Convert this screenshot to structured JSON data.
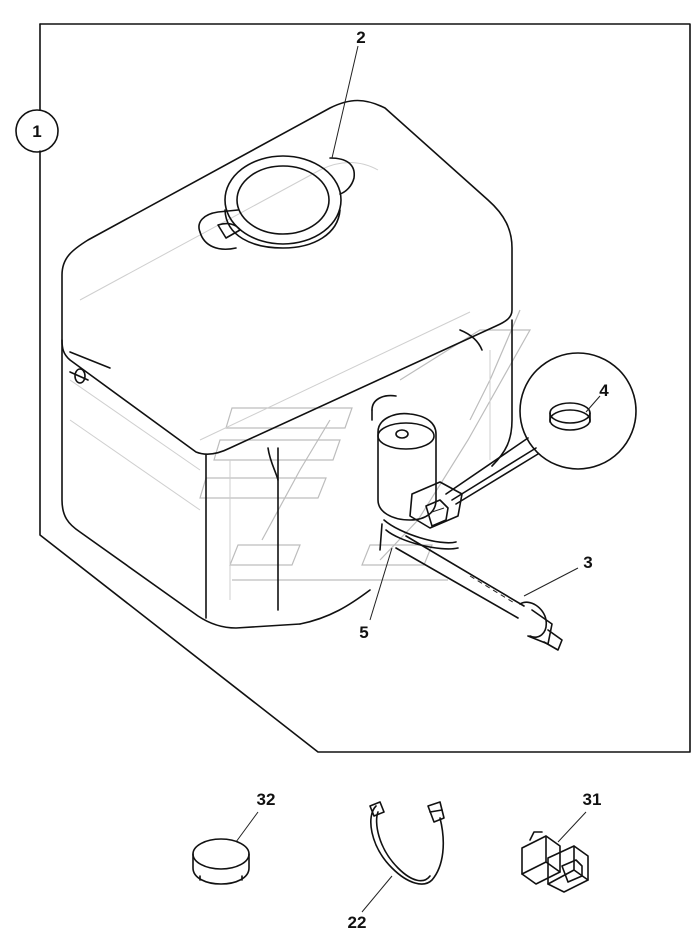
{
  "callouts": {
    "c1": "1",
    "c2": "2",
    "c3": "3",
    "c4": "4",
    "c5": "5",
    "c22": "22",
    "c31": "31",
    "c32": "32"
  }
}
